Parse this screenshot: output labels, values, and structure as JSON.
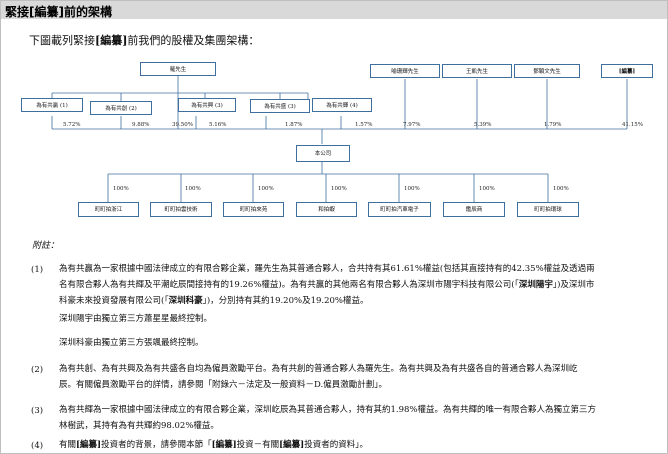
{
  "header": {
    "title": "緊接[編纂]前的架構"
  },
  "intro": {
    "pre": "下圖載列緊接",
    "mark": "[編纂]",
    "post": "前我們的股權及集團架構："
  },
  "chart_data": {
    "type": "diagram",
    "top_persons": [
      "羅先生",
      "喻珊輝先生",
      "王凱先生",
      "鄧穎文先生",
      "[編纂]"
    ],
    "mid_entities": [
      "為有共贏",
      "為有共創",
      "為有共興",
      "為有共盛",
      "為有共輝"
    ],
    "mid_labels": [
      "為有共贏 (1)",
      "為有共創 (2)",
      "為有共興 (3)",
      "為有共盛 (3)",
      "為有共輝 (4)"
    ],
    "holdings_pct": [
      "5.72%",
      "9.88%",
      "39.50%",
      "5.16%",
      "1.87%",
      "1.57%",
      "7.97%",
      "5.39%",
      "1.79%",
      "41.15%"
    ],
    "company": "本公司",
    "subsidiaries": [
      "町町拍浙江",
      "町町拍雲技術",
      "町町拍來苑",
      "和拍蝦",
      "町町拍汽車電子",
      "鑑辰商",
      "町町拍環球"
    ],
    "sub_pct": [
      "100%",
      "100%",
      "100%",
      "100%",
      "100%",
      "100%",
      "100%"
    ]
  },
  "notes": {
    "heading": "附註：",
    "n1_num": "(1)",
    "n1_l1": "為有共贏為一家根據中國法律成立的有限合夥企業，羅先生為其普通合夥人，合共持有其61.61%權益(包括其直接持有的42.35%權益及透過兩",
    "n1_l2": "名有限合夥人為有共輝及平潮屹辰間接持有的19.26%權益)。為有共贏的其他兩名有限合夥人為深圳市陽宇科技有限公司(「",
    "n1_l2b": "深圳陽宇",
    "n1_l2c": "」)及深圳市",
    "n1_l3": "科豪未來投資發展有限公司(「",
    "n1_l3b": "深圳科豪",
    "n1_l3c": "」)，分別持有其約19.20%及19.20%權益。",
    "n1_s1": "深圳陽宇由獨立第三方蕭星星最終控制。",
    "n1_s2": "深圳科豪由獨立第三方張颯最終控制。",
    "n2_num": "(2)",
    "n2_l1": "為有共創、為有共興及為有共盛各自均為僱員激勵平台。為有共創的普通合夥人為羅先生。為有共興及為有共盛各自的普通合夥人為深圳屹",
    "n2_l2": "辰。有關僱員激勵平台的詳情，請參閱「附錄六－法定及一般資料－D.僱員激勵計劃」。",
    "n3_num": "(3)",
    "n3_l1": "為有共輝為一家根據中國法律成立的有限合夥企業，深圳屹辰為其普通合夥人，持有其約1.98%權益。為有共輝的唯一有限合夥人為獨立第三方",
    "n3_l2": "林樹武，其持有為有共輝約98.02%權益。",
    "n4_num": "(4)",
    "n4_l1a": "有關",
    "n4_l1b": "[編纂]",
    "n4_l1c": "投資者的背景，請參閱本節「",
    "n4_l1d": "[編纂]",
    "n4_l1e": "投資－有關",
    "n4_l1f": "[編纂]",
    "n4_l1g": "投資者的資料」。"
  }
}
